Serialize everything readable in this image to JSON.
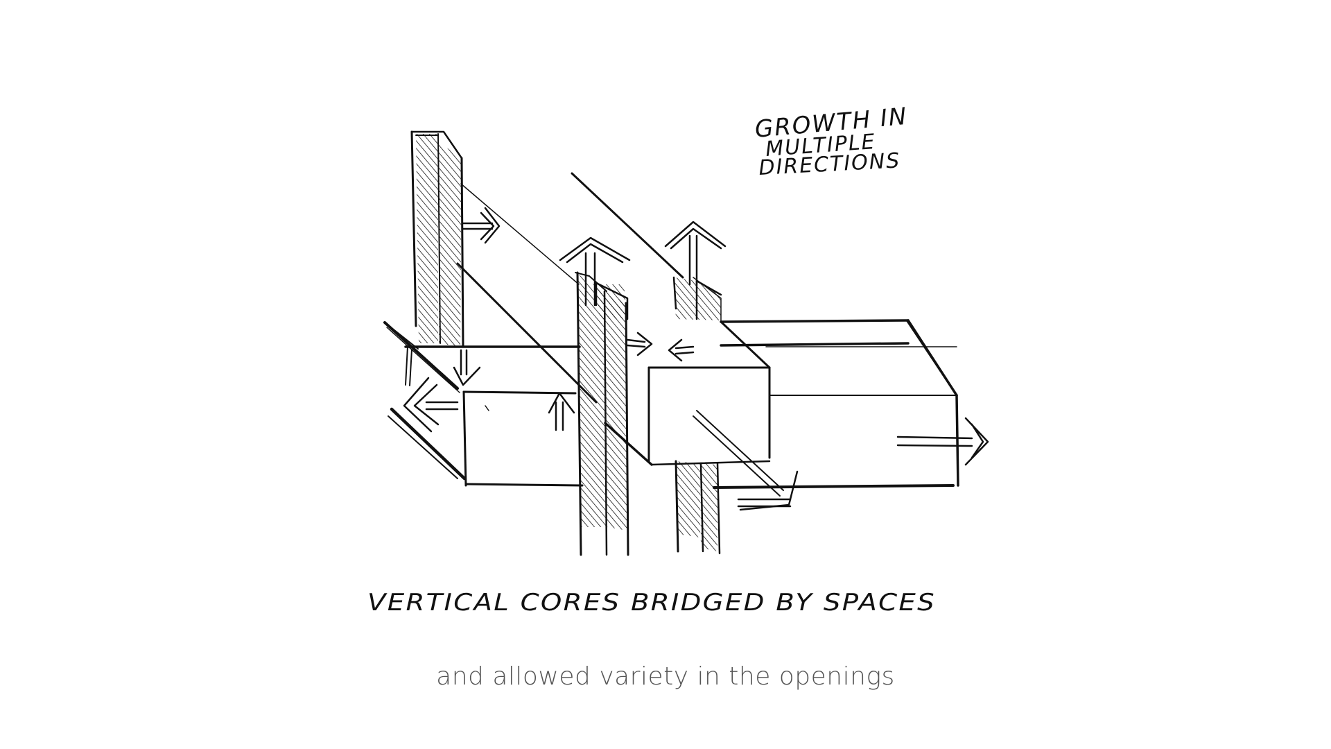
{
  "sketch": {
    "note_lines": [
      "GROWTH IN",
      "MULTIPLE",
      "DIRECTIONS"
    ],
    "label": "VERTICAL CORES BRIDGED BY SPACES"
  },
  "caption": "and allowed variety in the openings",
  "colors": {
    "ink": "#111111",
    "caption": "#555555",
    "background": "#ffffff"
  }
}
